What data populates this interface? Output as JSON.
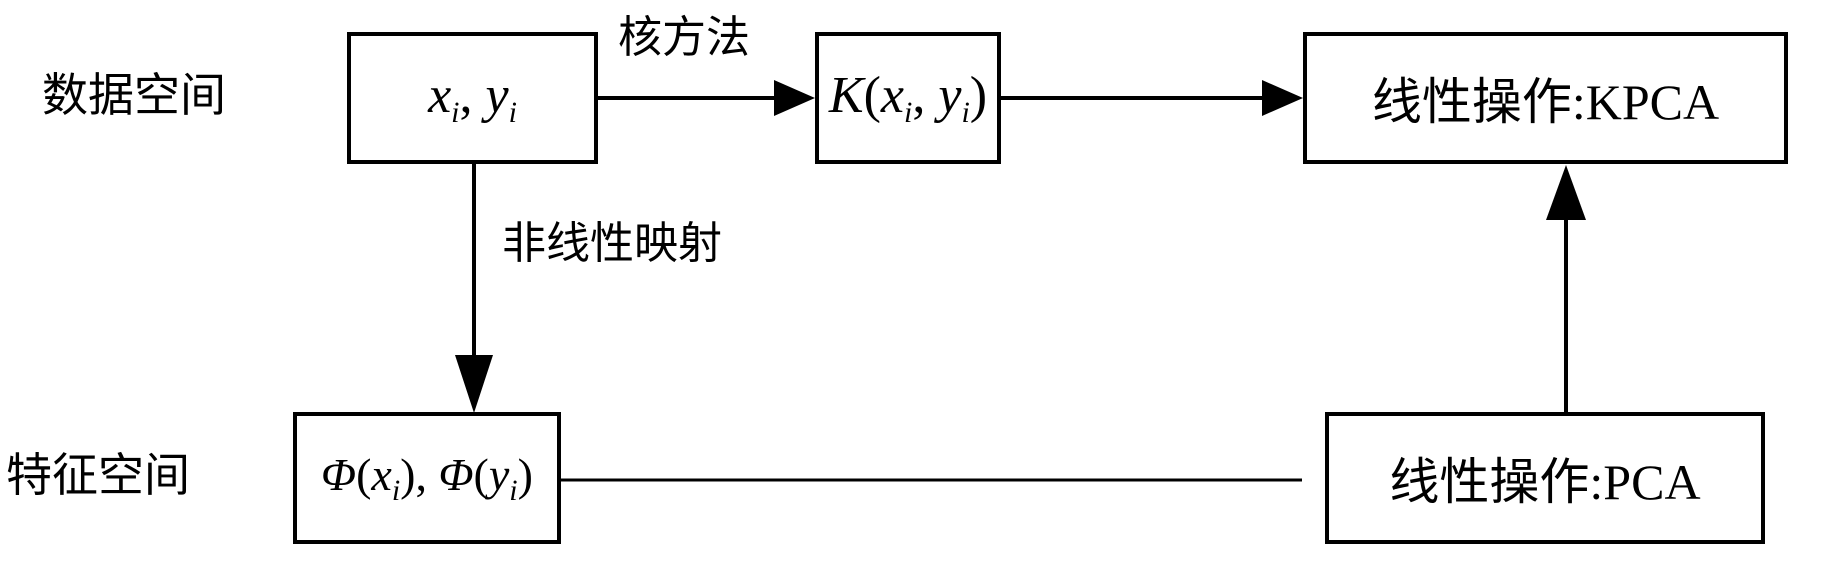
{
  "diagram": {
    "row_labels": {
      "data_space": "数据空间",
      "feature_space": "特征空间"
    },
    "edge_labels": {
      "kernel_method": "核方法",
      "nonlinear_mapping": "非线性映射"
    },
    "nodes": {
      "input": {
        "x": "x",
        "sub": "i",
        "sep": ", ",
        "y": "y",
        "sub2": "i"
      },
      "kernel": {
        "fn": "K",
        "open": "(",
        "x": "x",
        "sub": "i",
        "sep": ", ",
        "y": "y",
        "sub2": "i",
        "close": ")"
      },
      "kpca": {
        "label": "线性操作:KPCA"
      },
      "feature": {
        "fn": "Φ",
        "open": "(",
        "x": "x",
        "sub": "i",
        "close": ")",
        "sep": ", ",
        "fn2": "Φ",
        "open2": "(",
        "y": "y",
        "sub2": "i",
        "close2": ")"
      },
      "pca": {
        "label": "线性操作:PCA"
      }
    },
    "edges": [
      {
        "from": "input",
        "to": "kernel",
        "label": "核方法",
        "arrow": true
      },
      {
        "from": "kernel",
        "to": "kpca",
        "arrow": true
      },
      {
        "from": "input",
        "to": "feature",
        "label": "非线性映射",
        "arrow": true
      },
      {
        "from": "feature",
        "to": "pca",
        "arrow": false
      },
      {
        "from": "pca",
        "to": "kpca",
        "arrow": true
      }
    ]
  }
}
